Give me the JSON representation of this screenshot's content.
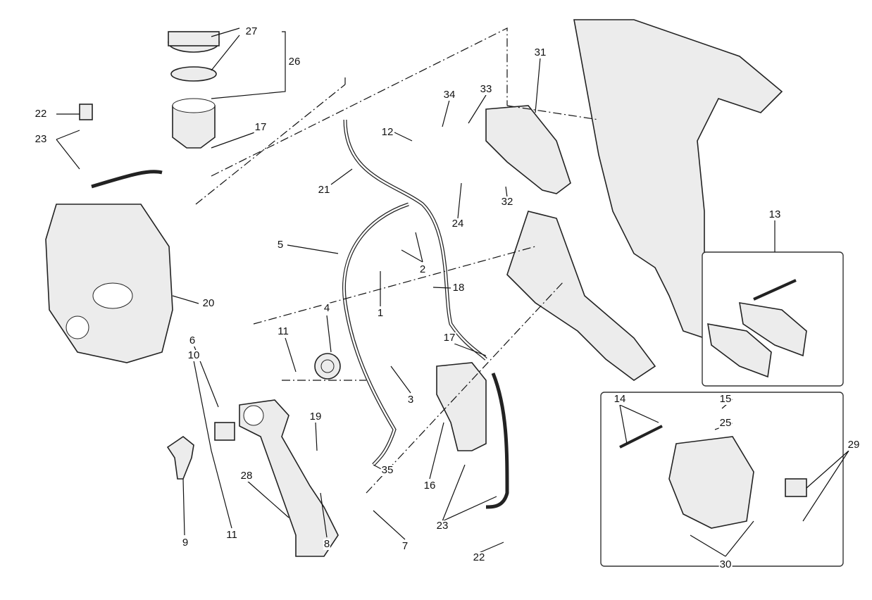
{
  "diagram": {
    "title": "Rear brake system exploded view",
    "labels": [
      "27",
      "26",
      "22",
      "23",
      "17",
      "21",
      "12",
      "34",
      "33",
      "31",
      "24",
      "32",
      "13",
      "5",
      "2",
      "18",
      "1",
      "4",
      "20",
      "11",
      "3",
      "17",
      "6",
      "10",
      "19",
      "35",
      "16",
      "9",
      "11",
      "28",
      "8",
      "7",
      "23",
      "22",
      "14",
      "15",
      "25",
      "29",
      "30"
    ]
  }
}
